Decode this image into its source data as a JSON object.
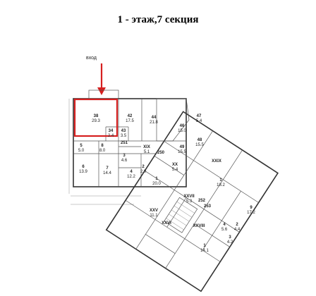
{
  "title": "1 - этаж,7 секция",
  "entrance_label": "вход",
  "colors": {
    "highlight": "#d62020",
    "wall": "#333333"
  },
  "rooms": [
    {
      "id": "room-38",
      "num": "38",
      "area": "29.3"
    },
    {
      "id": "room-42",
      "num": "42",
      "area": "17.5"
    },
    {
      "id": "room-44",
      "num": "44",
      "area": "21.8"
    },
    {
      "id": "room-34",
      "num": "34",
      "area": "2.4"
    },
    {
      "id": "room-43",
      "num": "43",
      "area": "3.5"
    },
    {
      "id": "room-46",
      "num": "46",
      "area": "15.0"
    },
    {
      "id": "room-47",
      "num": "47",
      "area": "5.4"
    },
    {
      "id": "room-48",
      "num": "48",
      "area": "15.5"
    },
    {
      "id": "room-49",
      "num": "49",
      "area": "15.5"
    },
    {
      "id": "room-5",
      "num": "5",
      "area": "5.0"
    },
    {
      "id": "room-8",
      "num": "8",
      "area": "8.0"
    },
    {
      "id": "room-4",
      "num": "4",
      "area": "12.2"
    },
    {
      "id": "room-6",
      "num": "6",
      "area": "13.9"
    },
    {
      "id": "room-7",
      "num": "7",
      "area": "14.4"
    },
    {
      "id": "room-3",
      "num": "3",
      "area": "4.6"
    },
    {
      "id": "room-2",
      "num": "2",
      "area": "2.0"
    },
    {
      "id": "room-xix",
      "num": "XIX",
      "area": "5.1"
    },
    {
      "id": "room-xx",
      "num": "XX",
      "area": "5.4"
    },
    {
      "id": "room-1",
      "num": "1",
      "area": "20.0"
    },
    {
      "id": "room-1b",
      "num": "1",
      "area": "18.2"
    },
    {
      "id": "room-251",
      "num": "251",
      "area": ""
    },
    {
      "id": "room-250",
      "num": "250",
      "area": ""
    },
    {
      "id": "room-xxv",
      "num": "XXV",
      "area": "11.1"
    },
    {
      "id": "room-xxvi",
      "num": "XXVI",
      "area": ""
    },
    {
      "id": "room-xxvii",
      "num": "XXVII",
      "area": "5.3"
    },
    {
      "id": "room-xxviii",
      "num": "XXVIII",
      "area": ""
    },
    {
      "id": "room-xxix",
      "num": "XXIX",
      "area": ""
    },
    {
      "id": "room-253",
      "num": "253",
      "area": ""
    },
    {
      "id": "room-252",
      "num": "252",
      "area": ""
    },
    {
      "id": "room-4b",
      "num": "4",
      "area": "5.6"
    },
    {
      "id": "room-2b",
      "num": "2",
      "area": "4.4"
    },
    {
      "id": "room-9",
      "num": "9",
      "area": "17.2"
    },
    {
      "id": "room-1c",
      "num": "1",
      "area": "14.1"
    },
    {
      "id": "room-3b",
      "num": "3",
      "area": "4.2"
    }
  ]
}
